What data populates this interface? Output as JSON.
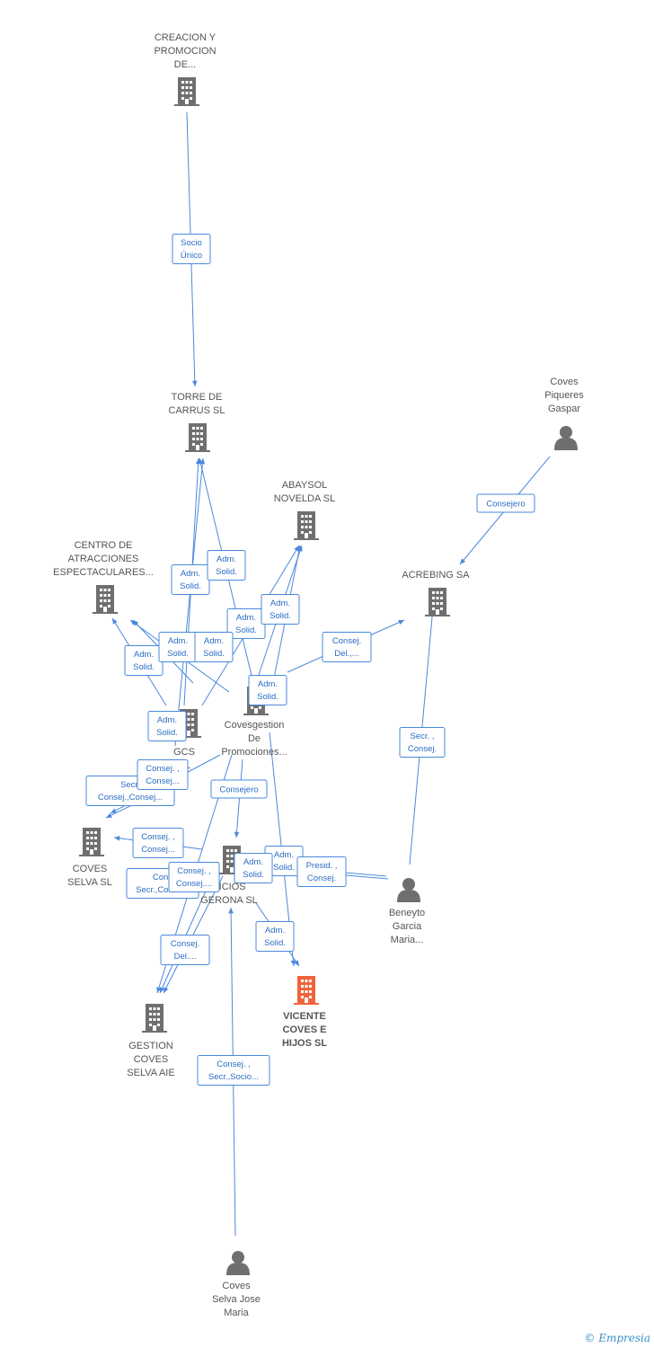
{
  "colors": {
    "edge": "#4a89dc",
    "company": "#6f6f6f",
    "focus_company": "#f0643c",
    "person": "#6f6f6f",
    "label": "#555555"
  },
  "nodes": [
    {
      "id": "creacion",
      "kind": "company",
      "label": [
        "CREACION Y",
        "PROMOCION",
        "DE..."
      ]
    },
    {
      "id": "torre",
      "kind": "company",
      "label": [
        "TORRE DE",
        "CARRUS SL"
      ]
    },
    {
      "id": "abaysol",
      "kind": "company",
      "label": [
        "ABAYSOL",
        "NOVELDA SL"
      ]
    },
    {
      "id": "centro",
      "kind": "company",
      "label": [
        "CENTRO DE",
        "ATRACCIONES",
        "ESPECTACULARES..."
      ]
    },
    {
      "id": "acrebing",
      "kind": "company",
      "label": [
        "ACREBING SA"
      ]
    },
    {
      "id": "coves_piqueres",
      "kind": "person",
      "label": [
        "Coves",
        "Piqueres",
        "Gaspar"
      ]
    },
    {
      "id": "gcs",
      "kind": "company",
      "label": [
        "GCS",
        "SL"
      ]
    },
    {
      "id": "covesgestion",
      "kind": "company",
      "label": [
        "Covesgestion",
        "De",
        "Promociones..."
      ]
    },
    {
      "id": "coves_selva_sl",
      "kind": "company",
      "label": [
        "COVES",
        "SELVA SL"
      ]
    },
    {
      "id": "servicios",
      "kind": "company",
      "label": [
        "VICIOS",
        "GERONA SL"
      ]
    },
    {
      "id": "beneyto",
      "kind": "person",
      "label": [
        "Beneyto",
        "Garcia",
        "Maria..."
      ]
    },
    {
      "id": "vicente",
      "kind": "focus",
      "label": [
        "VICENTE",
        "COVES E",
        "HIJOS SL"
      ]
    },
    {
      "id": "gestion_coves",
      "kind": "company",
      "label": [
        "GESTION",
        "COVES",
        "SELVA AIE"
      ]
    },
    {
      "id": "coves_selva_jose",
      "kind": "person",
      "label": [
        "Coves",
        "Selva Jose",
        "Maria"
      ]
    }
  ],
  "edge_labels": [
    {
      "id": "e1",
      "lines": [
        "Socio",
        "Único"
      ]
    },
    {
      "id": "e2",
      "lines": [
        "Consejero"
      ]
    },
    {
      "id": "e3",
      "lines": [
        "Adm.",
        "Solid."
      ]
    },
    {
      "id": "e4",
      "lines": [
        "Adm.",
        "Solid."
      ]
    },
    {
      "id": "e5",
      "lines": [
        "Adm.",
        "Solid."
      ]
    },
    {
      "id": "e6",
      "lines": [
        "Adm.",
        "Solid."
      ]
    },
    {
      "id": "e7",
      "lines": [
        "Adm.",
        "Solid."
      ]
    },
    {
      "id": "e8",
      "lines": [
        "Adm.",
        "Solid."
      ]
    },
    {
      "id": "e9",
      "lines": [
        "Adm.",
        "Solid."
      ]
    },
    {
      "id": "e10",
      "lines": [
        "Consej.",
        "Del.,..."
      ]
    },
    {
      "id": "e11",
      "lines": [
        "Adm.",
        "Solid."
      ]
    },
    {
      "id": "e12",
      "lines": [
        "Adm.",
        "Solid."
      ]
    },
    {
      "id": "e13",
      "lines": [
        "Secr. ,",
        "Consej."
      ]
    },
    {
      "id": "e14",
      "lines": [
        "Secr.",
        "Consej.,Consej..."
      ]
    },
    {
      "id": "e15",
      "lines": [
        "Consej. ,",
        "Consej..."
      ]
    },
    {
      "id": "e16",
      "lines": [
        "Consejero"
      ]
    },
    {
      "id": "e17",
      "lines": [
        "Consej. ,",
        "Consej..."
      ]
    },
    {
      "id": "e18",
      "lines": [
        "Cons",
        "Secr.,Conse..."
      ]
    },
    {
      "id": "e19",
      "lines": [
        "Consej. ,",
        "Consej...."
      ]
    },
    {
      "id": "e20",
      "lines": [
        "Adm.",
        "Solid."
      ]
    },
    {
      "id": "e21",
      "lines": [
        "Adm.",
        "Solid."
      ]
    },
    {
      "id": "e22",
      "lines": [
        "Presid. ,",
        "Consej."
      ]
    },
    {
      "id": "e23",
      "lines": [
        "Adm.",
        "Solid."
      ]
    },
    {
      "id": "e24",
      "lines": [
        "Consej.",
        "Del...."
      ]
    },
    {
      "id": "e25",
      "lines": [
        "Consej. ,",
        "Secr.,Socio..."
      ]
    }
  ],
  "watermark": {
    "symbol": "©",
    "brand": "Empresia"
  }
}
